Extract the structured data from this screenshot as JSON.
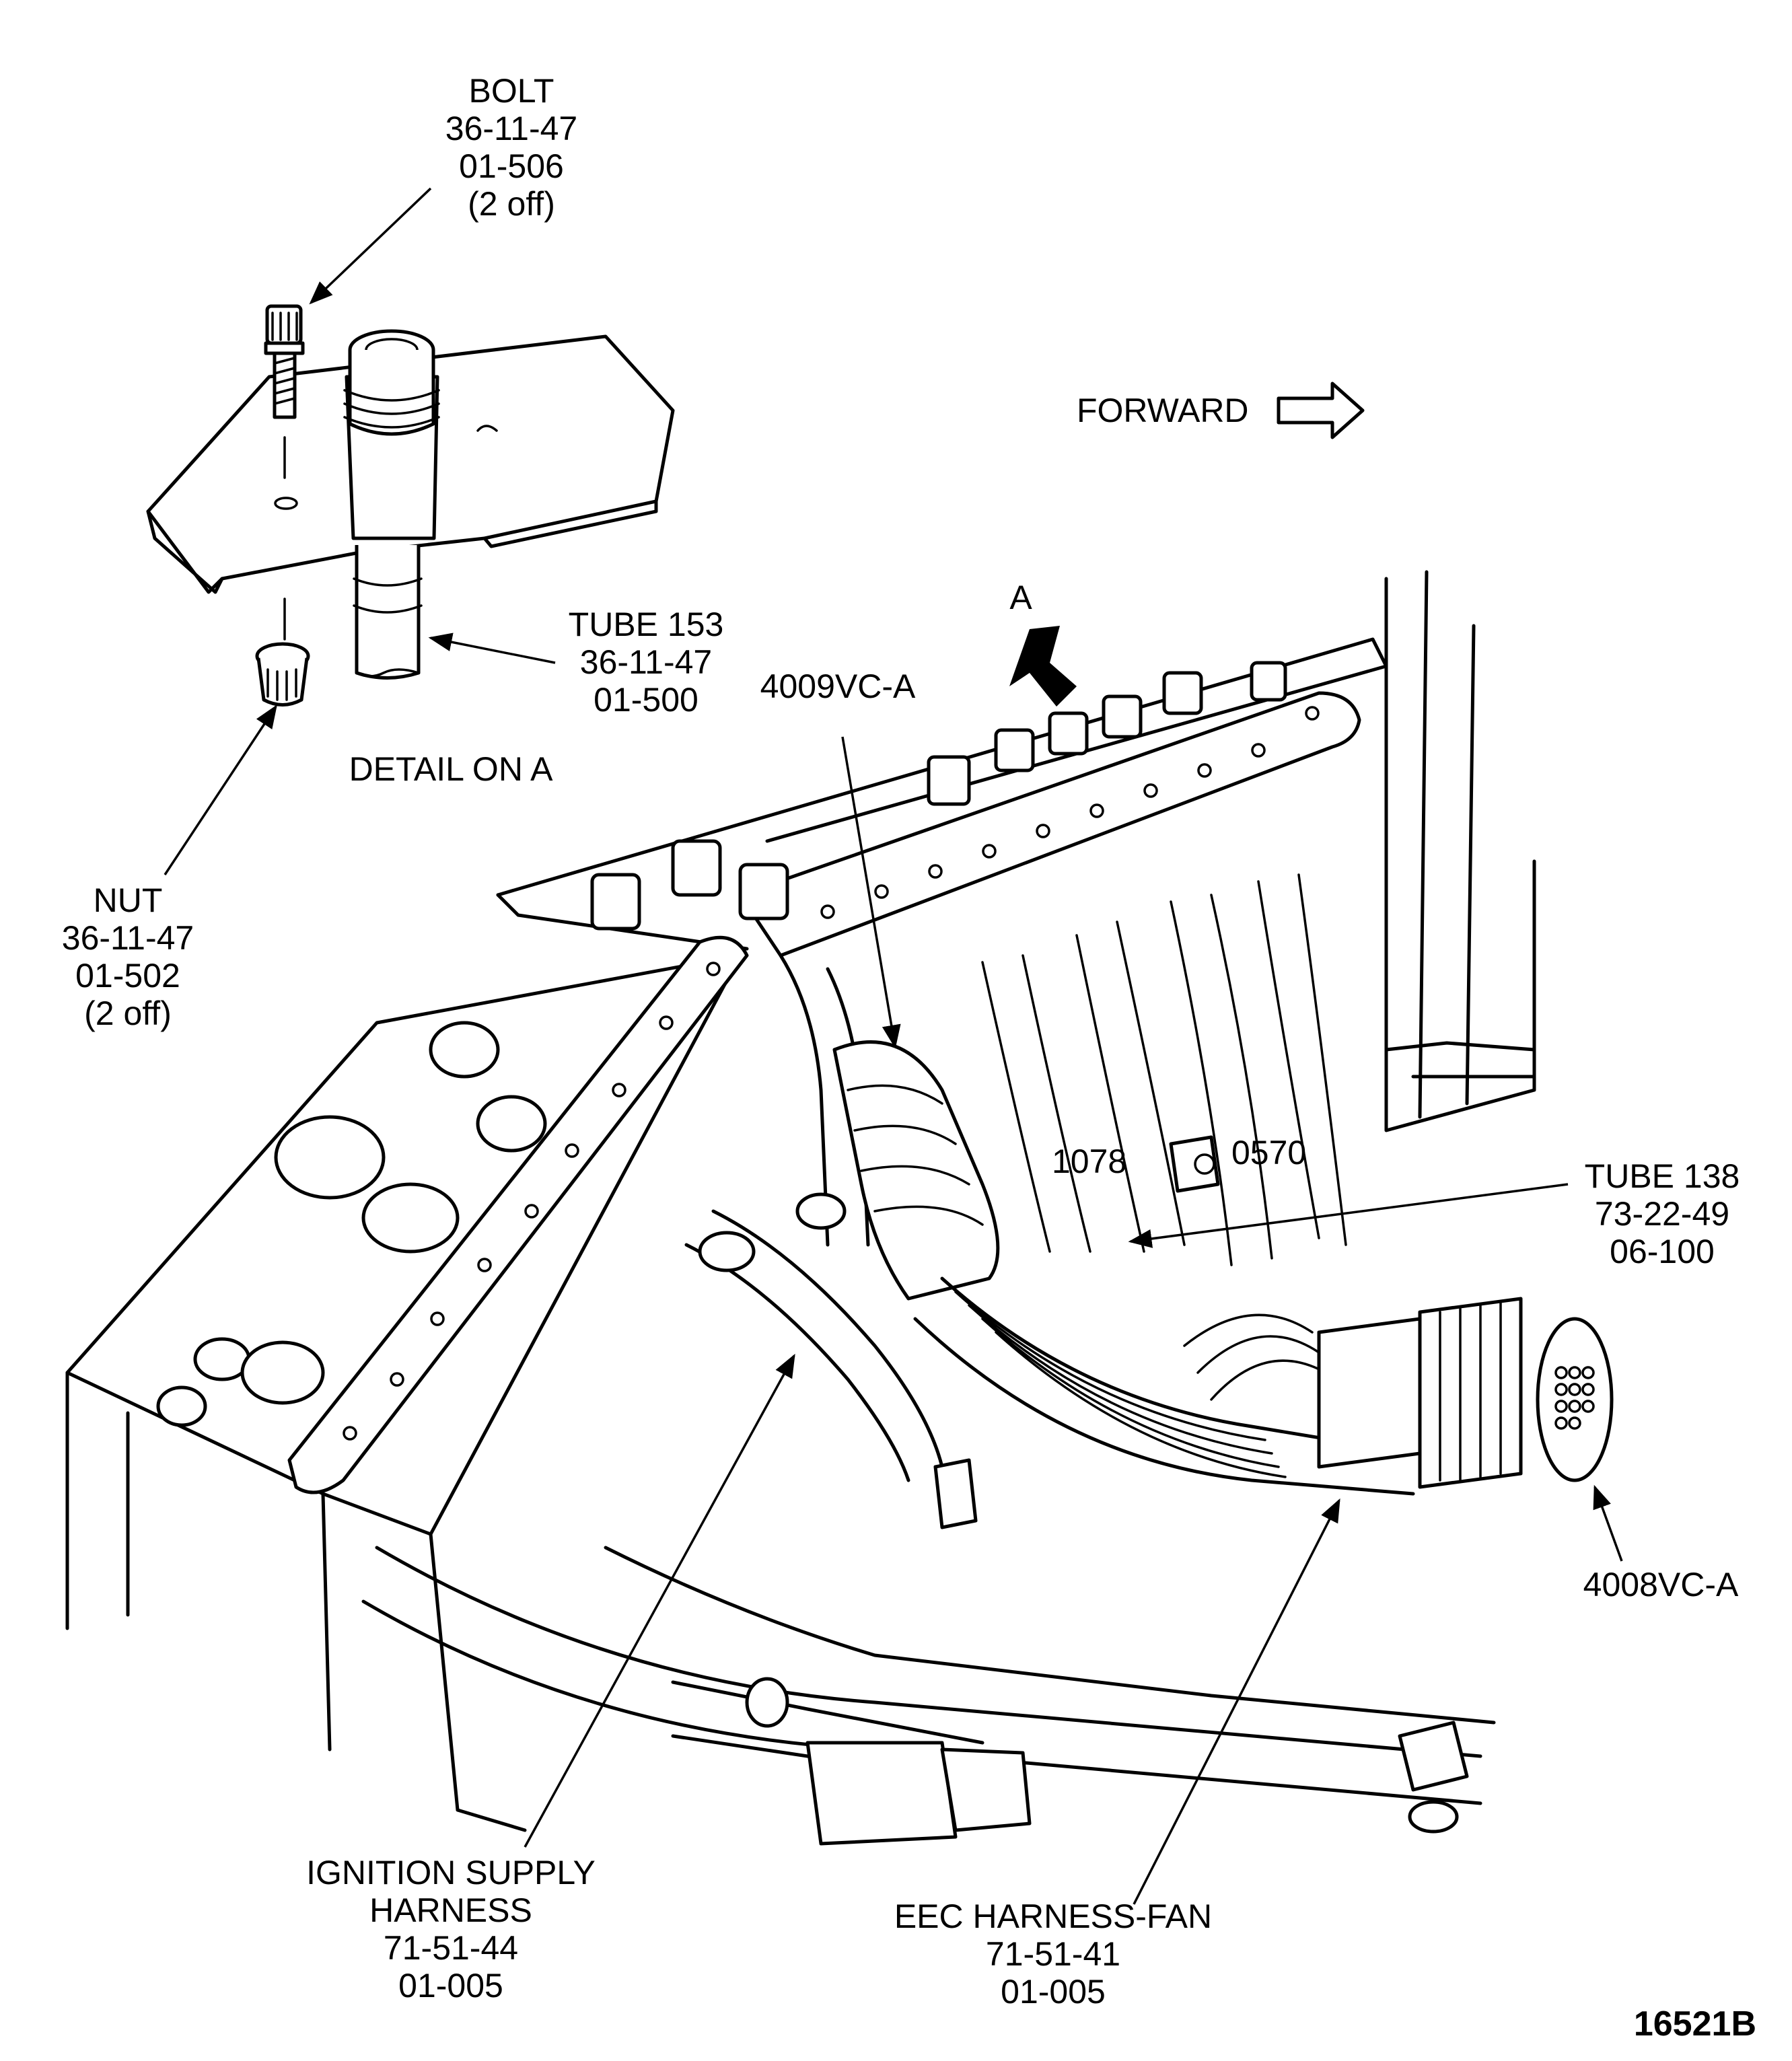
{
  "labels": {
    "bolt": [
      "BOLT",
      "36-11-47",
      "01-506",
      "(2 off)"
    ],
    "tube153": [
      "TUBE 153",
      "36-11-47",
      "01-500"
    ],
    "detail": "DETAIL ON A",
    "nut": [
      "NUT",
      "36-11-47",
      "01-502",
      "(2 off)"
    ],
    "forward": "FORWARD",
    "view_a": "A",
    "connector_4009": "4009VC-A",
    "clip_1078": "1078",
    "clip_0570": "0570",
    "tube138": [
      "TUBE 138",
      "73-22-49",
      "06-100"
    ],
    "connector_4008": "4008VC-A",
    "ignition": [
      "IGNITION SUPPLY",
      "HARNESS",
      "71-51-44",
      "01-005"
    ],
    "eec": [
      "EEC HARNESS-FAN",
      "71-51-41",
      "01-005"
    ],
    "figure_number": "16521B"
  }
}
